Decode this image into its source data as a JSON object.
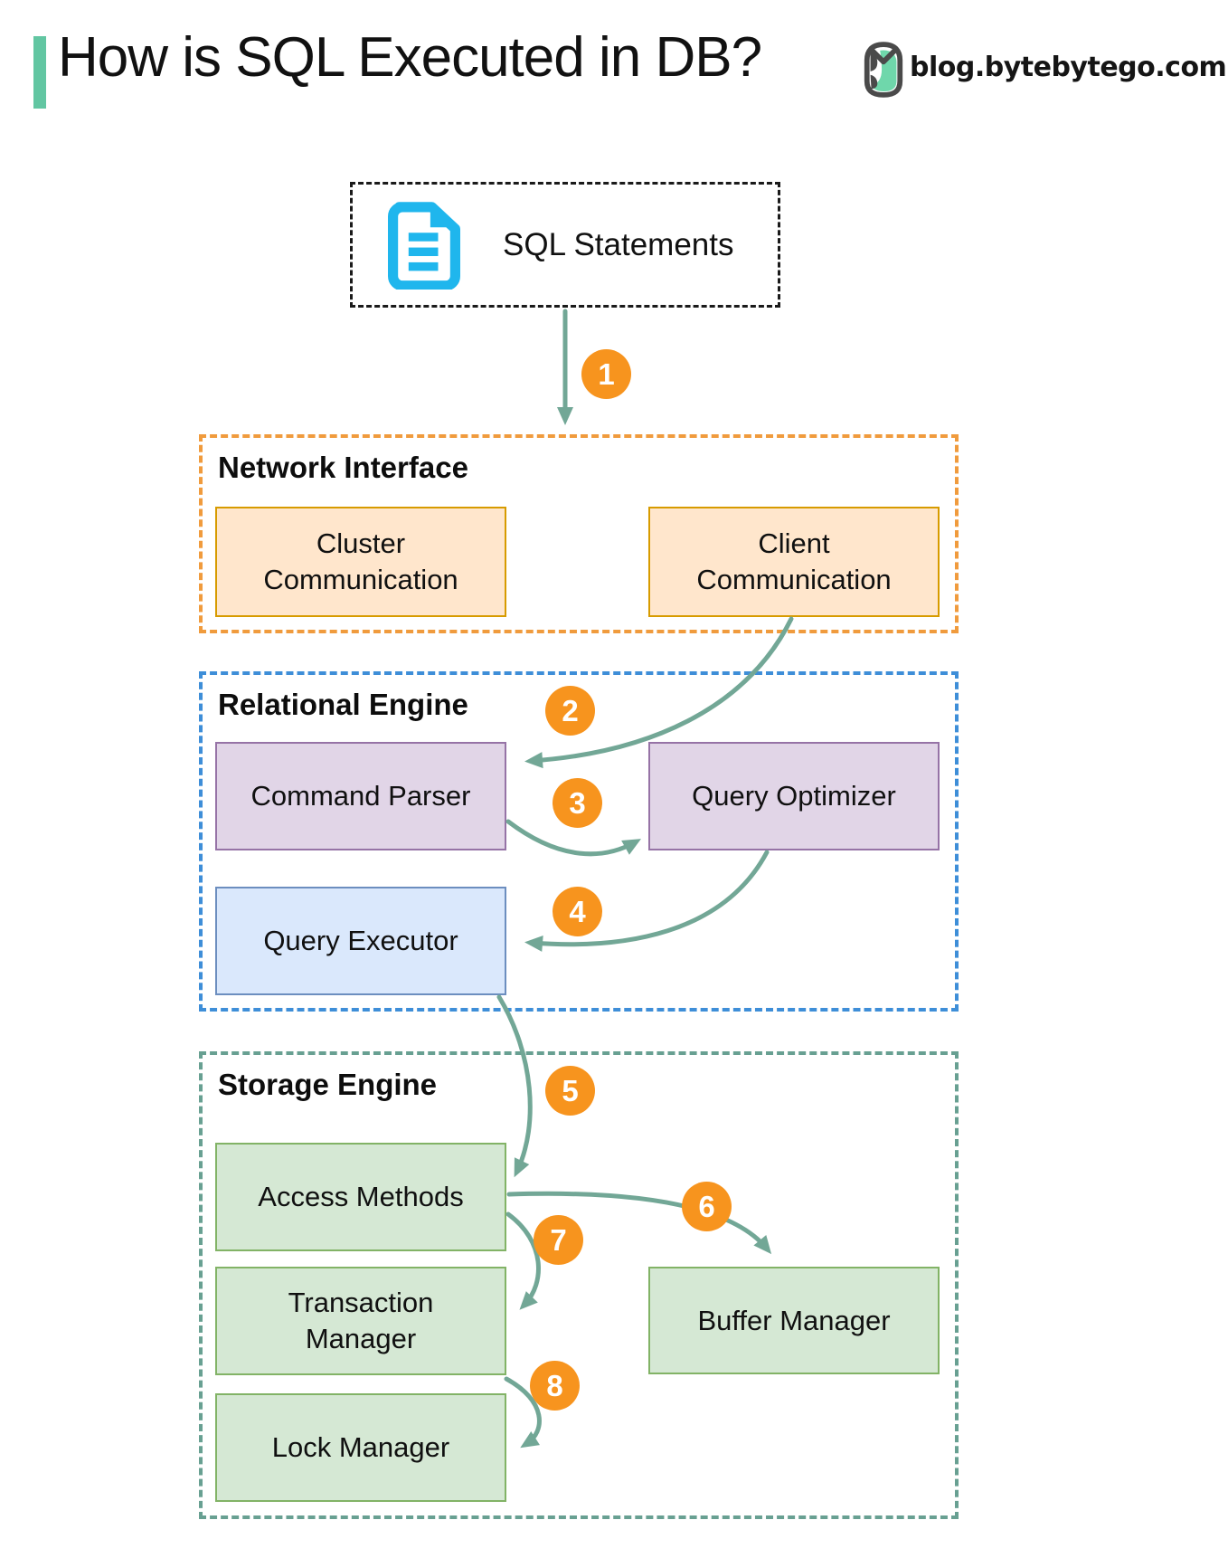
{
  "header": {
    "title": "How is SQL Executed in DB?",
    "brand": "blog.bytebytego.com"
  },
  "diagram": {
    "source_label": "SQL Statements",
    "sections": [
      {
        "id": "network-interface",
        "title": "Network Interface",
        "boxes": [
          "Cluster Communication",
          "Client Communication"
        ]
      },
      {
        "id": "relational-engine",
        "title": "Relational Engine",
        "boxes": [
          "Command Parser",
          "Query Optimizer",
          "Query Executor"
        ]
      },
      {
        "id": "storage-engine",
        "title": "Storage Engine",
        "boxes": [
          "Access Methods",
          "Buffer Manager",
          "Transaction Manager",
          "Lock Manager"
        ]
      }
    ],
    "steps": [
      "1",
      "2",
      "3",
      "4",
      "5",
      "6",
      "7",
      "8"
    ],
    "flow": [
      "SQL Statements -> Network Interface",
      "Client Communication -> Command Parser",
      "Command Parser -> Query Optimizer",
      "Query Optimizer -> Query Executor",
      "Query Executor -> Access Methods",
      "Access Methods -> Buffer Manager",
      "Access Methods -> Transaction Manager",
      "Transaction Manager -> Lock Manager"
    ]
  },
  "colors": {
    "accent_bar": "#62c6a2",
    "doc_icon": "#1fb6ed",
    "arrow": "#72a796",
    "step_badge": "#f7941e",
    "network_border": "#f09b3d",
    "relational_border": "#3e8ed8",
    "storage_border": "#68a092",
    "orange_fill": "#ffe6cc",
    "orange_stroke": "#d79b00",
    "purple_fill": "#e1d5e7",
    "purple_stroke": "#9673a6",
    "blue_fill": "#dae8fc",
    "blue_stroke": "#6c8ebf",
    "green_fill": "#d5e8d4",
    "green_stroke": "#82b366"
  }
}
